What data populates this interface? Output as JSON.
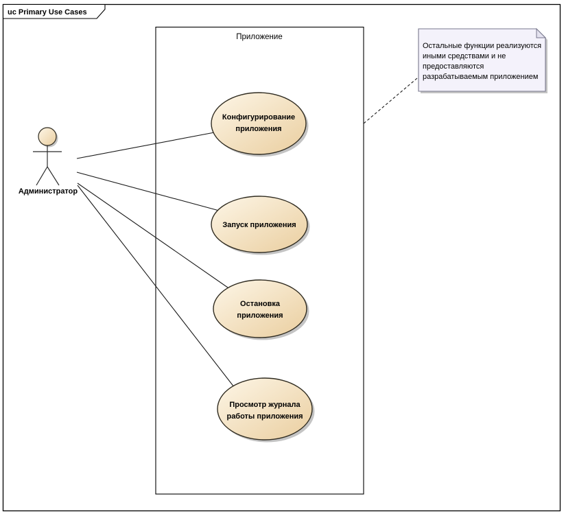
{
  "frame": {
    "title": "uc Primary Use Cases"
  },
  "system_boundary": {
    "label": "Приложение"
  },
  "actor": {
    "name": "Администратор"
  },
  "use_cases": [
    {
      "label": "Конфигурирование приложения",
      "lines": [
        "Конфигурирование",
        "приложения"
      ]
    },
    {
      "label": "Запуск приложения",
      "lines": [
        "Запуск приложения"
      ]
    },
    {
      "label": "Остановка приложения",
      "lines": [
        "Остановка",
        "приложения"
      ]
    },
    {
      "label": "Просмотр журнала работы приложения",
      "lines": [
        "Просмотр журнала",
        "работы приложения"
      ]
    }
  ],
  "note": {
    "text": "Остальные функции реализуются иными средствами и не предоставляются разрабатываемым приложением",
    "lines": [
      "Остальные функции реализуются",
      "иными средствами и не",
      "предоставляются",
      "разрабатываемым приложением"
    ]
  },
  "colors": {
    "ellipse_gradient_start": "#FDF6E7",
    "ellipse_gradient_end": "#EACE9F",
    "ellipse_stroke": "#2F2B20",
    "note_fill": "#F4F2FB",
    "note_stroke": "#77778C",
    "shadow": "#C4C4C4",
    "line": "#1A1A1A",
    "frame_stroke": "#000000",
    "boundary_stroke": "#000000",
    "text": "#000000"
  }
}
